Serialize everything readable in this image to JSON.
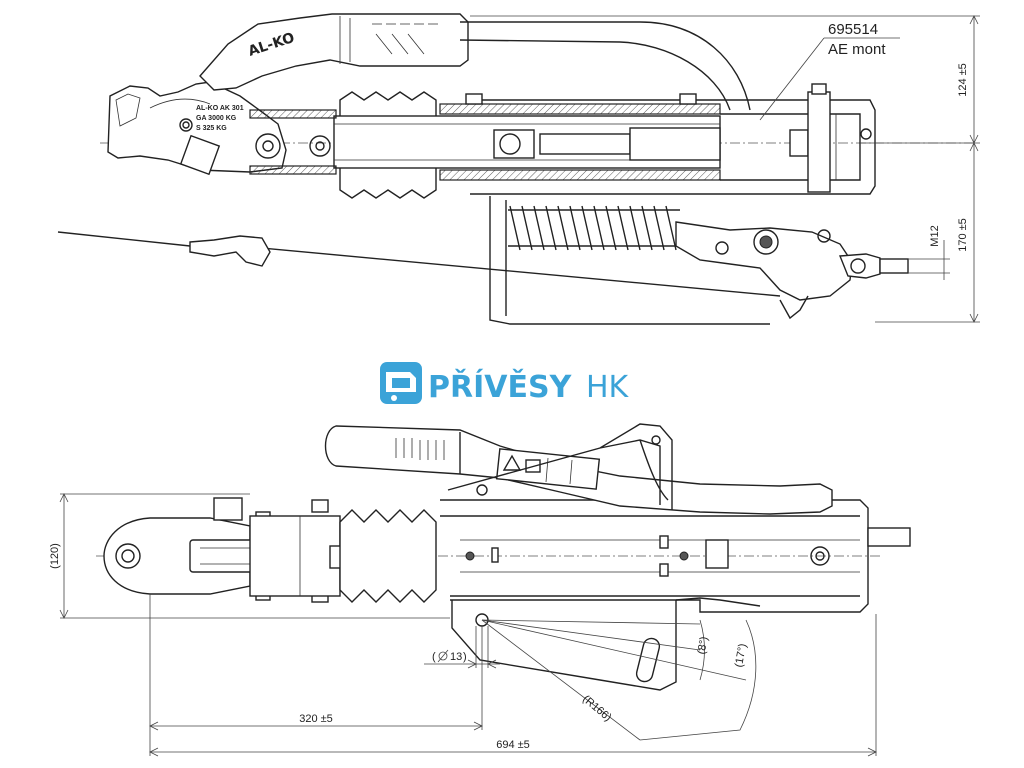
{
  "part": {
    "number": "695514",
    "variant": "AE mont"
  },
  "plate": {
    "brand": "AL-KO",
    "model": "AL-KO AK 301",
    "line_ga": "GA 3000 KG",
    "line_s": "S 325 KG"
  },
  "logo": {
    "name_main": "PŘÍVĚSY",
    "name_suffix": "HK",
    "color": "#3ba3d8"
  },
  "dimensions": {
    "side_height": "124 ±5",
    "side_lower": "170 ±5",
    "thread": "M12",
    "width": "(120)",
    "hole_diameter": "13",
    "radius": "(R166)",
    "angle_small": "(8°)",
    "angle_large": "(17°)",
    "length_hole": "320 ±5",
    "length_total": "694 ±5"
  },
  "icons": {
    "diameter": "diameter-symbol",
    "warning": "warning-triangle-icon",
    "book": "manual-book-icon"
  }
}
